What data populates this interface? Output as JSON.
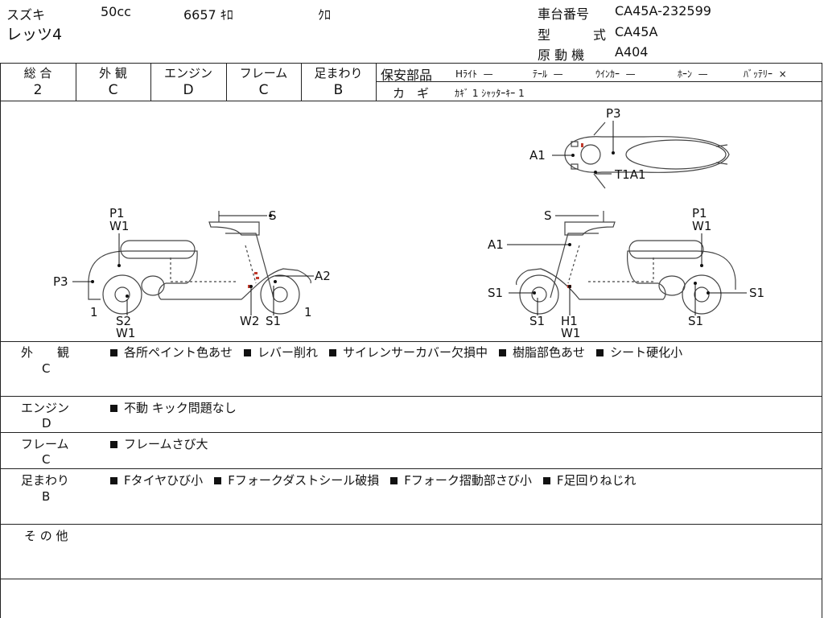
{
  "header": {
    "maker": "スズキ",
    "displacement": "50cc",
    "mileage": "6657 ｷﾛ",
    "color": "ｸﾛ",
    "model_name": "レッツ4",
    "frame_no_label": "車台番号",
    "frame_no": "CA45A-232599",
    "type_label1": "型",
    "type_label2": "式",
    "type_value": "CA45A",
    "engine_label": "原 動 機",
    "engine_value": "A404"
  },
  "grades": [
    {
      "label": "総 合",
      "value": "2"
    },
    {
      "label": "外 観",
      "value": "C"
    },
    {
      "label": "エンジン",
      "value": "D"
    },
    {
      "label": "フレーム",
      "value": "C"
    },
    {
      "label": "足まわり",
      "value": "B"
    }
  ],
  "safety": {
    "label": "保安部品",
    "items": [
      {
        "name": "Hﾗｲﾄ",
        "mark": "—"
      },
      {
        "name": "ﾃｰﾙ",
        "mark": "—"
      },
      {
        "name": "ｳｲﾝｶｰ",
        "mark": "—"
      },
      {
        "name": "ﾎｰﾝ",
        "mark": "—"
      },
      {
        "name": "ﾊﾞｯﾃﾘｰ",
        "mark": "×"
      }
    ],
    "key_label": "カ　ギ",
    "key_value": "ｶｷﾞ 1 ｼｬｯﾀｰｷｰ 1"
  },
  "diagram": {
    "left": {
      "p1": "P1",
      "w1": "W1",
      "s": "S",
      "p3": "P3",
      "a2": "A2",
      "one_left": "1",
      "one_right": "1",
      "s2": "S2",
      "w1b": "W1",
      "w2": "W2",
      "s1": "S1"
    },
    "right": {
      "s": "S",
      "p1": "P1",
      "w1": "W1",
      "a1": "A1",
      "s1_left": "S1",
      "s1_right": "S1",
      "s1_front": "S1",
      "h1": "H1",
      "w1b": "W1",
      "s1_rear": "S1"
    },
    "top": {
      "p3": "P3",
      "a1": "A1",
      "t1a1": "T1A1"
    }
  },
  "notes": [
    {
      "label": "外　　観",
      "grade": "C",
      "items": [
        "各所ペイント色あせ",
        "レバー削れ",
        "サイレンサーカバー欠損中",
        "樹脂部色あせ",
        "シート硬化小"
      ]
    },
    {
      "label": "エンジン",
      "grade": "D",
      "items": [
        "不動 キック問題なし"
      ]
    },
    {
      "label": "フレーム",
      "grade": "C",
      "items": [
        "フレームさび大"
      ]
    },
    {
      "label": "足まわり",
      "grade": "B",
      "items": [
        "Fタイヤひび小",
        "Fフォークダストシール破損",
        "Fフォーク摺動部さび小",
        "F足回りねじれ"
      ]
    },
    {
      "label": "そ の 他",
      "grade": "",
      "items": []
    }
  ]
}
